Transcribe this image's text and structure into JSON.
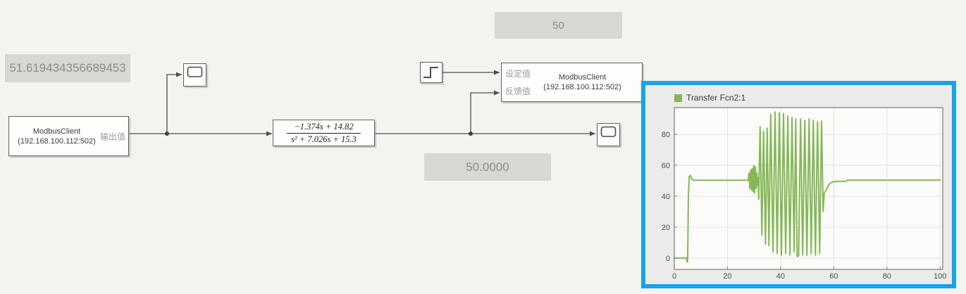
{
  "colors": {
    "canvas_bg": "#f3f3f0",
    "display_bg": "#d7d7d4",
    "display_text": "#8c8c8c",
    "block_border": "#616161",
    "wire": "#4f4f4f",
    "port_label": "#9c9c9c",
    "scope_selection_border": "#18a3e8",
    "scope_window_bg": "#ebebe9",
    "plot_line_green": "#86b757"
  },
  "diagram": {
    "display_output": {
      "value": "51.619434356689453"
    },
    "modbus_left": {
      "title": "ModbusClient",
      "subtitle": "(192.168.100.112:502)",
      "output_port": "输出值"
    },
    "transfer_fcn": {
      "numerator": "−1.374s + 14.82",
      "denominator": "s² + 7.026s + 15.3"
    },
    "modbus_right": {
      "title": "ModbusClient",
      "subtitle": "(192.168.100.112:502)",
      "input_port_top": "设定值",
      "input_port_bottom": "反馈值"
    },
    "display_setpoint": {
      "value": "50"
    },
    "display_feedback": {
      "value": "50.0000"
    }
  },
  "scope_window": {
    "legend_label": "Transfer Fcn2:1"
  },
  "chart_data": {
    "type": "line",
    "title": "",
    "legend": [
      "Transfer Fcn2:1"
    ],
    "legend_position": "top-left",
    "grid": true,
    "xlim": [
      0,
      101
    ],
    "ylim": [
      -7.3,
      97.3
    ],
    "xticks": [
      0,
      20,
      40,
      60,
      80,
      100
    ],
    "yticks": [
      0,
      20,
      40,
      60,
      80
    ],
    "line_color": "#86b757",
    "grid_color": "#e3e3e3",
    "axis_color": "#7a7a7a",
    "tick_text_color": "#4f4f4f",
    "plot_bg": "#fbfbfa",
    "series": [
      {
        "name": "Transfer Fcn2:1",
        "points": [
          [
            0,
            0
          ],
          [
            4.6,
            0
          ],
          [
            4.75,
            -2.5
          ],
          [
            4.95,
            -2.5
          ],
          [
            5.05,
            0
          ],
          [
            5.3,
            40
          ],
          [
            5.6,
            52.5
          ],
          [
            6.0,
            53.5
          ],
          [
            6.6,
            51
          ],
          [
            7.3,
            50.3
          ],
          [
            10,
            50.3
          ],
          [
            20,
            50.3
          ],
          [
            27.8,
            50.3
          ],
          [
            28.1,
            55
          ],
          [
            28.4,
            45
          ],
          [
            28.7,
            57
          ],
          [
            29.0,
            44
          ],
          [
            29.3,
            58
          ],
          [
            29.6,
            43
          ],
          [
            29.9,
            60
          ],
          [
            30.2,
            42
          ],
          [
            30.5,
            59
          ],
          [
            30.8,
            45
          ],
          [
            31.1,
            55
          ],
          [
            31.35,
            47
          ],
          [
            31.55,
            52
          ],
          [
            31.75,
            38
          ],
          [
            31.95,
            55
          ],
          [
            32.3,
            85
          ],
          [
            32.95,
            15
          ],
          [
            33.6,
            82
          ],
          [
            34.3,
            9
          ],
          [
            34.95,
            84
          ],
          [
            35.6,
            8
          ],
          [
            36.3,
            93
          ],
          [
            37.1,
            4
          ],
          [
            37.9,
            94.5
          ],
          [
            38.7,
            3
          ],
          [
            39.5,
            94
          ],
          [
            40.3,
            2
          ],
          [
            41.1,
            93.5
          ],
          [
            41.9,
            3
          ],
          [
            42.7,
            92
          ],
          [
            43.5,
            2
          ],
          [
            44.3,
            91
          ],
          [
            45.1,
            4
          ],
          [
            45.7,
            90
          ],
          [
            46.2,
            1
          ],
          [
            46.8,
            1.5
          ],
          [
            47.5,
            90
          ],
          [
            48.3,
            2
          ],
          [
            49.1,
            89
          ],
          [
            49.9,
            2
          ],
          [
            50.7,
            90
          ],
          [
            51.5,
            3
          ],
          [
            52.3,
            89
          ],
          [
            53.1,
            2
          ],
          [
            53.9,
            88
          ],
          [
            54.7,
            3
          ],
          [
            55.4,
            88.5
          ],
          [
            56.0,
            30
          ],
          [
            56.4,
            42
          ],
          [
            57.0,
            43.5
          ],
          [
            57.8,
            46.5
          ],
          [
            58.8,
            48.7
          ],
          [
            60,
            49.4
          ],
          [
            62,
            49.7
          ],
          [
            64.7,
            49.7
          ],
          [
            65.0,
            50.4
          ],
          [
            70,
            50.4
          ],
          [
            85,
            50.4
          ],
          [
            100,
            50.4
          ]
        ]
      }
    ]
  }
}
